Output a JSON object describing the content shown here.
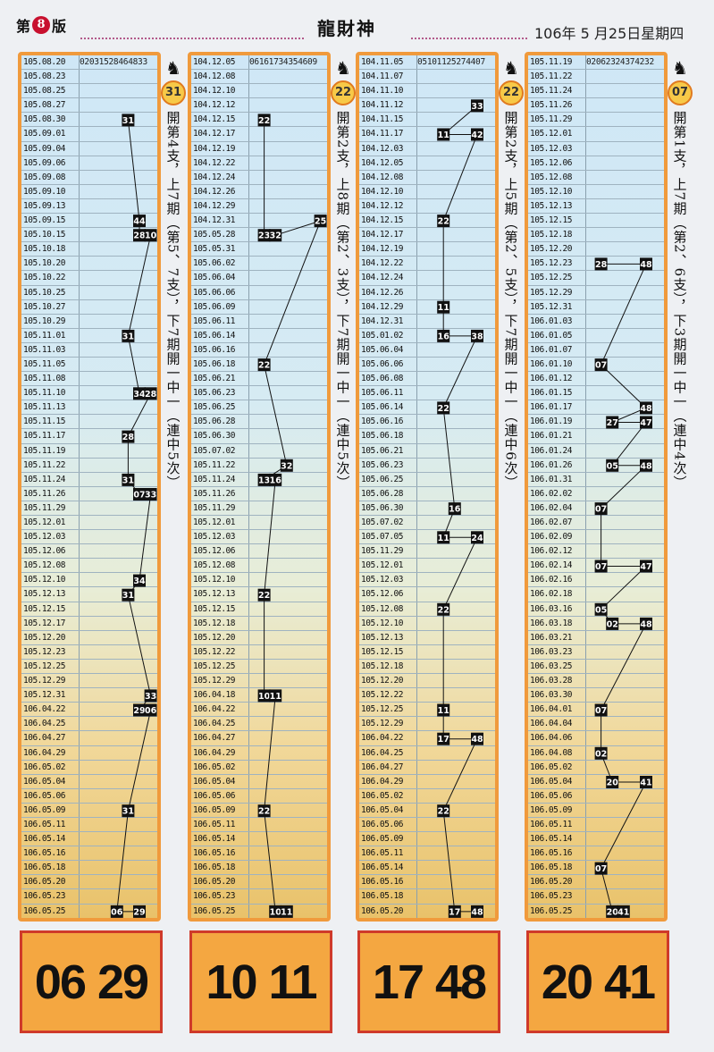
{
  "header": {
    "edition_prefix": "第",
    "edition_num": "8",
    "edition_suffix": "版",
    "title": "龍財神",
    "date": "106年 5 月25日星期四"
  },
  "panels": [
    {
      "badge": "31",
      "side_text": "開第4支，上7期（第5、7支），下7期開一中一（連中5次）",
      "first_row": {
        "date": "105.08.20",
        "nums": "02 03 15 28 46 48 33"
      },
      "rows": [
        "105.08.20",
        "105.08.23",
        "105.08.25",
        "105.08.27",
        "105.08.30",
        "105.09.01",
        "105.09.04",
        "105.09.06",
        "105.09.08",
        "105.09.10",
        "105.09.13",
        "105.09.15",
        "105.10.15",
        "105.10.18",
        "105.10.20",
        "105.10.22",
        "105.10.25",
        "105.10.27",
        "105.10.29",
        "105.11.01",
        "105.11.03",
        "105.11.05",
        "105.11.08",
        "105.11.10",
        "105.11.13",
        "105.11.15",
        "105.11.17",
        "105.11.19",
        "105.11.22",
        "105.11.24",
        "105.11.26",
        "105.11.29",
        "105.12.01",
        "105.12.03",
        "105.12.06",
        "105.12.08",
        "105.12.10",
        "105.12.13",
        "105.12.15",
        "105.12.17",
        "105.12.20",
        "105.12.23",
        "105.12.25",
        "105.12.29",
        "105.12.31",
        "106.04.22",
        "106.04.25",
        "106.04.27",
        "106.04.29",
        "106.05.02",
        "106.05.04",
        "106.05.06",
        "106.05.09",
        "106.05.11",
        "106.05.14",
        "106.05.16",
        "106.05.18",
        "106.05.20",
        "106.05.23",
        "106.05.25"
      ],
      "marks": [
        {
          "row": 4,
          "col": 4,
          "v": "31"
        },
        {
          "row": 11,
          "col": 5,
          "v": "44"
        },
        {
          "row": 12,
          "col": 5,
          "v": "28"
        },
        {
          "row": 12,
          "col": 6,
          "v": "10"
        },
        {
          "row": 19,
          "col": 4,
          "v": "31"
        },
        {
          "row": 23,
          "col": 5,
          "v": "34"
        },
        {
          "row": 23,
          "col": 6,
          "v": "28"
        },
        {
          "row": 26,
          "col": 4,
          "v": "28"
        },
        {
          "row": 29,
          "col": 4,
          "v": "31"
        },
        {
          "row": 30,
          "col": 5,
          "v": "07"
        },
        {
          "row": 30,
          "col": 6,
          "v": "33"
        },
        {
          "row": 36,
          "col": 5,
          "v": "34"
        },
        {
          "row": 37,
          "col": 4,
          "v": "31"
        },
        {
          "row": 44,
          "col": 6,
          "v": "33"
        },
        {
          "row": 45,
          "col": 5,
          "v": "29"
        },
        {
          "row": 45,
          "col": 6,
          "v": "06"
        },
        {
          "row": 52,
          "col": 4,
          "v": "31"
        },
        {
          "row": 59,
          "col": 3,
          "v": "06"
        },
        {
          "row": 59,
          "col": 5,
          "v": "29"
        }
      ],
      "result": [
        "06",
        "29"
      ]
    },
    {
      "badge": "22",
      "side_text": "開第2支，上8期（第2、3支），下7期開一中一（連中5次）",
      "first_row": {
        "date": "104.12.05",
        "nums": "06 16 17 34 35 46 09"
      },
      "rows": [
        "104.12.05",
        "104.12.08",
        "104.12.10",
        "104.12.12",
        "104.12.15",
        "104.12.17",
        "104.12.19",
        "104.12.22",
        "104.12.24",
        "104.12.26",
        "104.12.29",
        "104.12.31",
        "105.05.28",
        "105.05.31",
        "105.06.02",
        "105.06.04",
        "105.06.06",
        "105.06.09",
        "105.06.11",
        "105.06.14",
        "105.06.16",
        "105.06.18",
        "105.06.21",
        "105.06.23",
        "105.06.25",
        "105.06.28",
        "105.06.30",
        "105.07.02",
        "105.11.22",
        "105.11.24",
        "105.11.26",
        "105.11.29",
        "105.12.01",
        "105.12.03",
        "105.12.06",
        "105.12.08",
        "105.12.10",
        "105.12.13",
        "105.12.15",
        "105.12.18",
        "105.12.20",
        "105.12.22",
        "105.12.25",
        "105.12.29",
        "106.04.18",
        "106.04.22",
        "106.04.25",
        "106.04.27",
        "106.04.29",
        "106.05.02",
        "106.05.04",
        "106.05.06",
        "106.05.09",
        "106.05.11",
        "106.05.14",
        "106.05.16",
        "106.05.18",
        "106.05.20",
        "106.05.23",
        "106.05.25"
      ],
      "marks": [
        {
          "row": 4,
          "col": 1,
          "v": "22"
        },
        {
          "row": 12,
          "col": 1,
          "v": "23"
        },
        {
          "row": 12,
          "col": 2,
          "v": "32"
        },
        {
          "row": 11,
          "col": 6,
          "v": "25"
        },
        {
          "row": 21,
          "col": 1,
          "v": "22"
        },
        {
          "row": 28,
          "col": 3,
          "v": "32"
        },
        {
          "row": 29,
          "col": 1,
          "v": "13"
        },
        {
          "row": 29,
          "col": 2,
          "v": "16"
        },
        {
          "row": 37,
          "col": 1,
          "v": "22"
        },
        {
          "row": 44,
          "col": 1,
          "v": "10"
        },
        {
          "row": 44,
          "col": 2,
          "v": "11"
        },
        {
          "row": 52,
          "col": 1,
          "v": "22"
        },
        {
          "row": 59,
          "col": 2,
          "v": "10"
        },
        {
          "row": 59,
          "col": 3,
          "v": "11"
        }
      ],
      "result": [
        "10",
        "11"
      ]
    },
    {
      "badge": "22",
      "side_text": "開第2支，上5期（第2、5支），下7期開一中一（連中6次）",
      "first_row": {
        "date": "104.11.05",
        "nums": "05 10 11 25 27 44 07"
      },
      "rows": [
        "104.11.05",
        "104.11.07",
        "104.11.10",
        "104.11.12",
        "104.11.15",
        "104.11.17",
        "104.12.03",
        "104.12.05",
        "104.12.08",
        "104.12.10",
        "104.12.12",
        "104.12.15",
        "104.12.17",
        "104.12.19",
        "104.12.22",
        "104.12.24",
        "104.12.26",
        "104.12.29",
        "104.12.31",
        "105.01.02",
        "105.06.04",
        "105.06.06",
        "105.06.08",
        "105.06.11",
        "105.06.14",
        "105.06.16",
        "105.06.18",
        "105.06.21",
        "105.06.23",
        "105.06.25",
        "105.06.28",
        "105.06.30",
        "105.07.02",
        "105.07.05",
        "105.11.29",
        "105.12.01",
        "105.12.03",
        "105.12.06",
        "105.12.08",
        "105.12.10",
        "105.12.13",
        "105.12.15",
        "105.12.18",
        "105.12.20",
        "105.12.22",
        "105.12.25",
        "105.12.29",
        "106.04.22",
        "106.04.25",
        "106.04.27",
        "106.04.29",
        "106.05.02",
        "106.05.04",
        "106.05.06",
        "106.05.09",
        "106.05.11",
        "106.05.14",
        "106.05.16",
        "106.05.18",
        "106.05.20"
      ],
      "marks": [
        {
          "row": 3,
          "col": 5,
          "v": "33"
        },
        {
          "row": 5,
          "col": 2,
          "v": "11"
        },
        {
          "row": 5,
          "col": 5,
          "v": "42"
        },
        {
          "row": 11,
          "col": 2,
          "v": "22"
        },
        {
          "row": 17,
          "col": 2,
          "v": "11"
        },
        {
          "row": 19,
          "col": 2,
          "v": "16"
        },
        {
          "row": 19,
          "col": 5,
          "v": "38"
        },
        {
          "row": 24,
          "col": 2,
          "v": "22"
        },
        {
          "row": 31,
          "col": 3,
          "v": "16"
        },
        {
          "row": 33,
          "col": 2,
          "v": "11"
        },
        {
          "row": 33,
          "col": 5,
          "v": "24"
        },
        {
          "row": 38,
          "col": 2,
          "v": "22"
        },
        {
          "row": 45,
          "col": 2,
          "v": "11"
        },
        {
          "row": 47,
          "col": 2,
          "v": "17"
        },
        {
          "row": 47,
          "col": 5,
          "v": "48"
        },
        {
          "row": 52,
          "col": 2,
          "v": "22"
        },
        {
          "row": 59,
          "col": 3,
          "v": "17"
        },
        {
          "row": 59,
          "col": 5,
          "v": "48"
        }
      ],
      "result": [
        "17",
        "48"
      ]
    },
    {
      "badge": "07",
      "side_text": "開第1支，上7期（第2、6支），下3期開一中一（連中4次）",
      "first_row": {
        "date": "105.11.19",
        "nums": "02 06 23 24 37 42 32"
      },
      "rows": [
        "105.11.19",
        "105.11.22",
        "105.11.24",
        "105.11.26",
        "105.11.29",
        "105.12.01",
        "105.12.03",
        "105.12.06",
        "105.12.08",
        "105.12.10",
        "105.12.13",
        "105.12.15",
        "105.12.18",
        "105.12.20",
        "105.12.23",
        "105.12.25",
        "105.12.29",
        "105.12.31",
        "106.01.03",
        "106.01.05",
        "106.01.07",
        "106.01.10",
        "106.01.12",
        "106.01.15",
        "106.01.17",
        "106.01.19",
        "106.01.21",
        "106.01.24",
        "106.01.26",
        "106.01.31",
        "106.02.02",
        "106.02.04",
        "106.02.07",
        "106.02.09",
        "106.02.12",
        "106.02.14",
        "106.02.16",
        "106.02.18",
        "106.03.16",
        "106.03.18",
        "106.03.21",
        "106.03.23",
        "106.03.25",
        "106.03.28",
        "106.03.30",
        "106.04.01",
        "106.04.04",
        "106.04.06",
        "106.04.08",
        "106.05.02",
        "106.05.04",
        "106.05.06",
        "106.05.09",
        "106.05.11",
        "106.05.14",
        "106.05.16",
        "106.05.18",
        "106.05.20",
        "106.05.23",
        "106.05.25"
      ],
      "marks": [
        {
          "row": 14,
          "col": 1,
          "v": "28"
        },
        {
          "row": 14,
          "col": 5,
          "v": "48"
        },
        {
          "row": 21,
          "col": 1,
          "v": "07"
        },
        {
          "row": 24,
          "col": 5,
          "v": "48"
        },
        {
          "row": 25,
          "col": 2,
          "v": "27"
        },
        {
          "row": 25,
          "col": 5,
          "v": "47"
        },
        {
          "row": 28,
          "col": 2,
          "v": "05"
        },
        {
          "row": 28,
          "col": 5,
          "v": "48"
        },
        {
          "row": 31,
          "col": 1,
          "v": "07"
        },
        {
          "row": 35,
          "col": 1,
          "v": "07"
        },
        {
          "row": 35,
          "col": 5,
          "v": "47"
        },
        {
          "row": 38,
          "col": 1,
          "v": "05"
        },
        {
          "row": 39,
          "col": 2,
          "v": "02"
        },
        {
          "row": 39,
          "col": 5,
          "v": "48"
        },
        {
          "row": 45,
          "col": 1,
          "v": "07"
        },
        {
          "row": 48,
          "col": 1,
          "v": "02"
        },
        {
          "row": 50,
          "col": 2,
          "v": "20"
        },
        {
          "row": 50,
          "col": 5,
          "v": "41"
        },
        {
          "row": 56,
          "col": 1,
          "v": "07"
        },
        {
          "row": 59,
          "col": 2,
          "v": "20"
        },
        {
          "row": 59,
          "col": 3,
          "v": "41"
        }
      ],
      "result": [
        "20",
        "41"
      ]
    }
  ]
}
